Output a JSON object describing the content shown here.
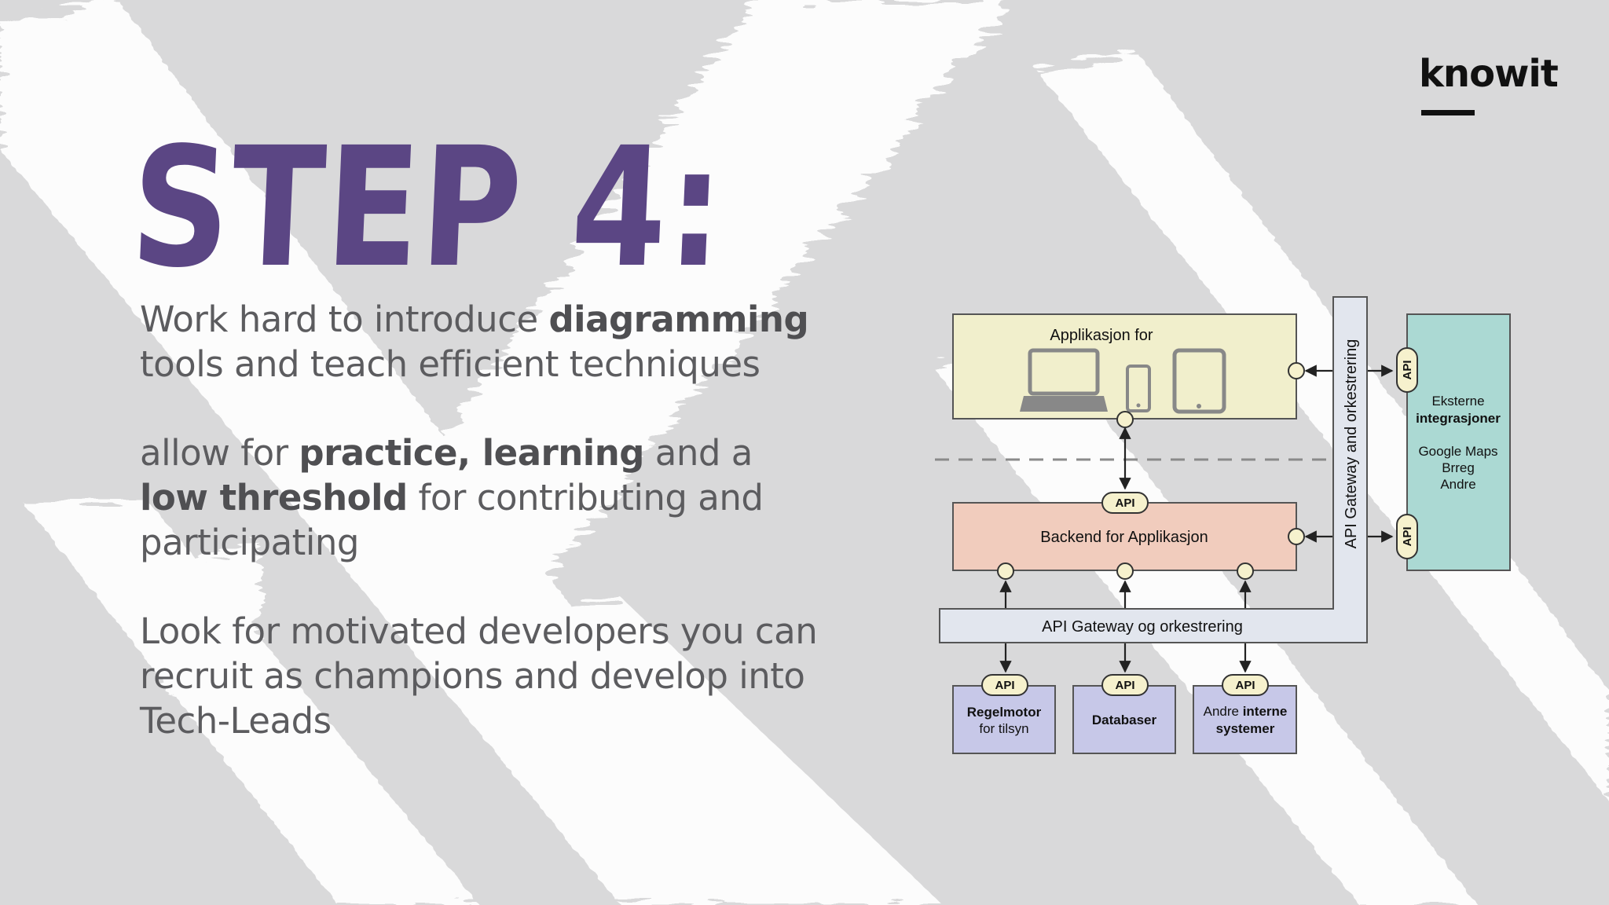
{
  "brand": {
    "logo_text": "knowit"
  },
  "slide": {
    "title": "STEP 4:",
    "p1": {
      "t1": "Work hard to introduce ",
      "b1": "diagramming",
      "t2": " tools and teach efficient techniques"
    },
    "p2": {
      "t1": "allow for ",
      "b1": "practice, learning",
      "t2": " and a ",
      "b2": "low threshold",
      "t3": " for contributing and participating"
    },
    "p3": {
      "t1": "Look for motivated developers you can recruit as champions and develop into Tech-Leads"
    }
  },
  "diagram": {
    "app_label": "Applikasjon for",
    "backend_label": "Backend for Applikasjon",
    "gateway_label": "API Gateway og orkestrering",
    "gateway_vertical_label": "API Gateway and orkestrering",
    "api_tag": "API",
    "external": {
      "line1": "Eksterne",
      "line2": "integrasjoner",
      "l3": "Google Maps",
      "l4": "Brreg",
      "l5": "Andre"
    },
    "boxes": {
      "regel1": "Regelmotor",
      "regel2": "for tilsyn",
      "db": "Databaser",
      "andre1": "Andre ",
      "andre1b": "interne",
      "andre2": "systemer"
    },
    "icons": [
      "laptop-icon",
      "phone-icon",
      "tablet-icon"
    ],
    "colors": {
      "app": "#f1efcc",
      "backend": "#f1ccbd",
      "external": "#abd9d3",
      "systems": "#c7c8e8",
      "gateway": "#e2e6ee",
      "api_tag": "#f6f1cd"
    }
  }
}
